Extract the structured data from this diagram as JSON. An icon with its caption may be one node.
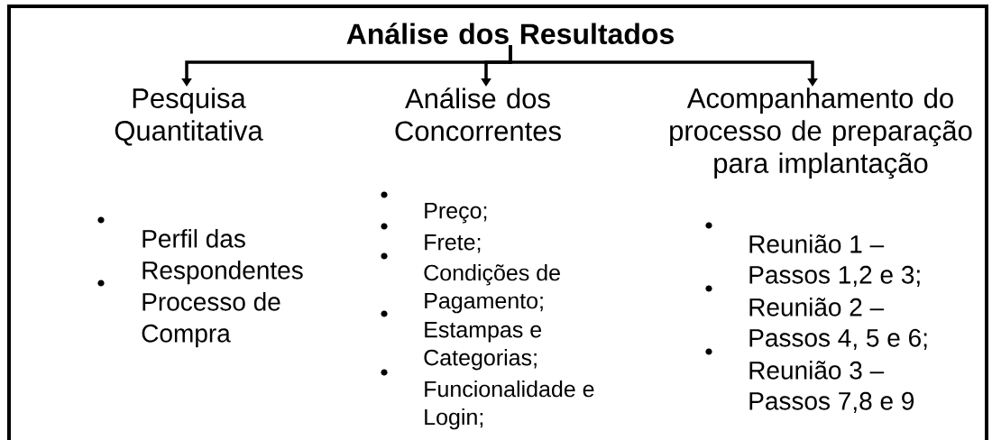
{
  "diagram": {
    "nodes": [
      {
        "text": [
          "Análise dos Resultados"
        ]
      },
      {
        "text": [
          "Pesquisa Quantitativa"
        ],
        "beside": [
          "Perfil das Respondentes",
          "Processo de Compra"
        ]
      },
      {
        "text": [
          "Análise dos Concorrentes"
        ],
        "beside": [
          "Preço;",
          "Frete;",
          "Condições de Pagamento;",
          "Estampas e Categorias;",
          "Funcionalidade e Login;"
        ]
      },
      {
        "text": [
          "Acompanhamento do processo de preparação para implantação"
        ],
        "beside": [
          "Reunião 1 – Passos 1,2 e 3;",
          "Reunião 2 – Passos 4, 5 e 6;",
          "Reunião 3 – Passos 7,8 e 9"
        ]
      }
    ],
    "edges": [
      {
        "from": 0,
        "to": 1,
        "arrow": "to"
      },
      {
        "from": 0,
        "to": 2,
        "arrow": "to"
      },
      {
        "from": 0,
        "to": 3,
        "arrow": "to"
      }
    ]
  }
}
